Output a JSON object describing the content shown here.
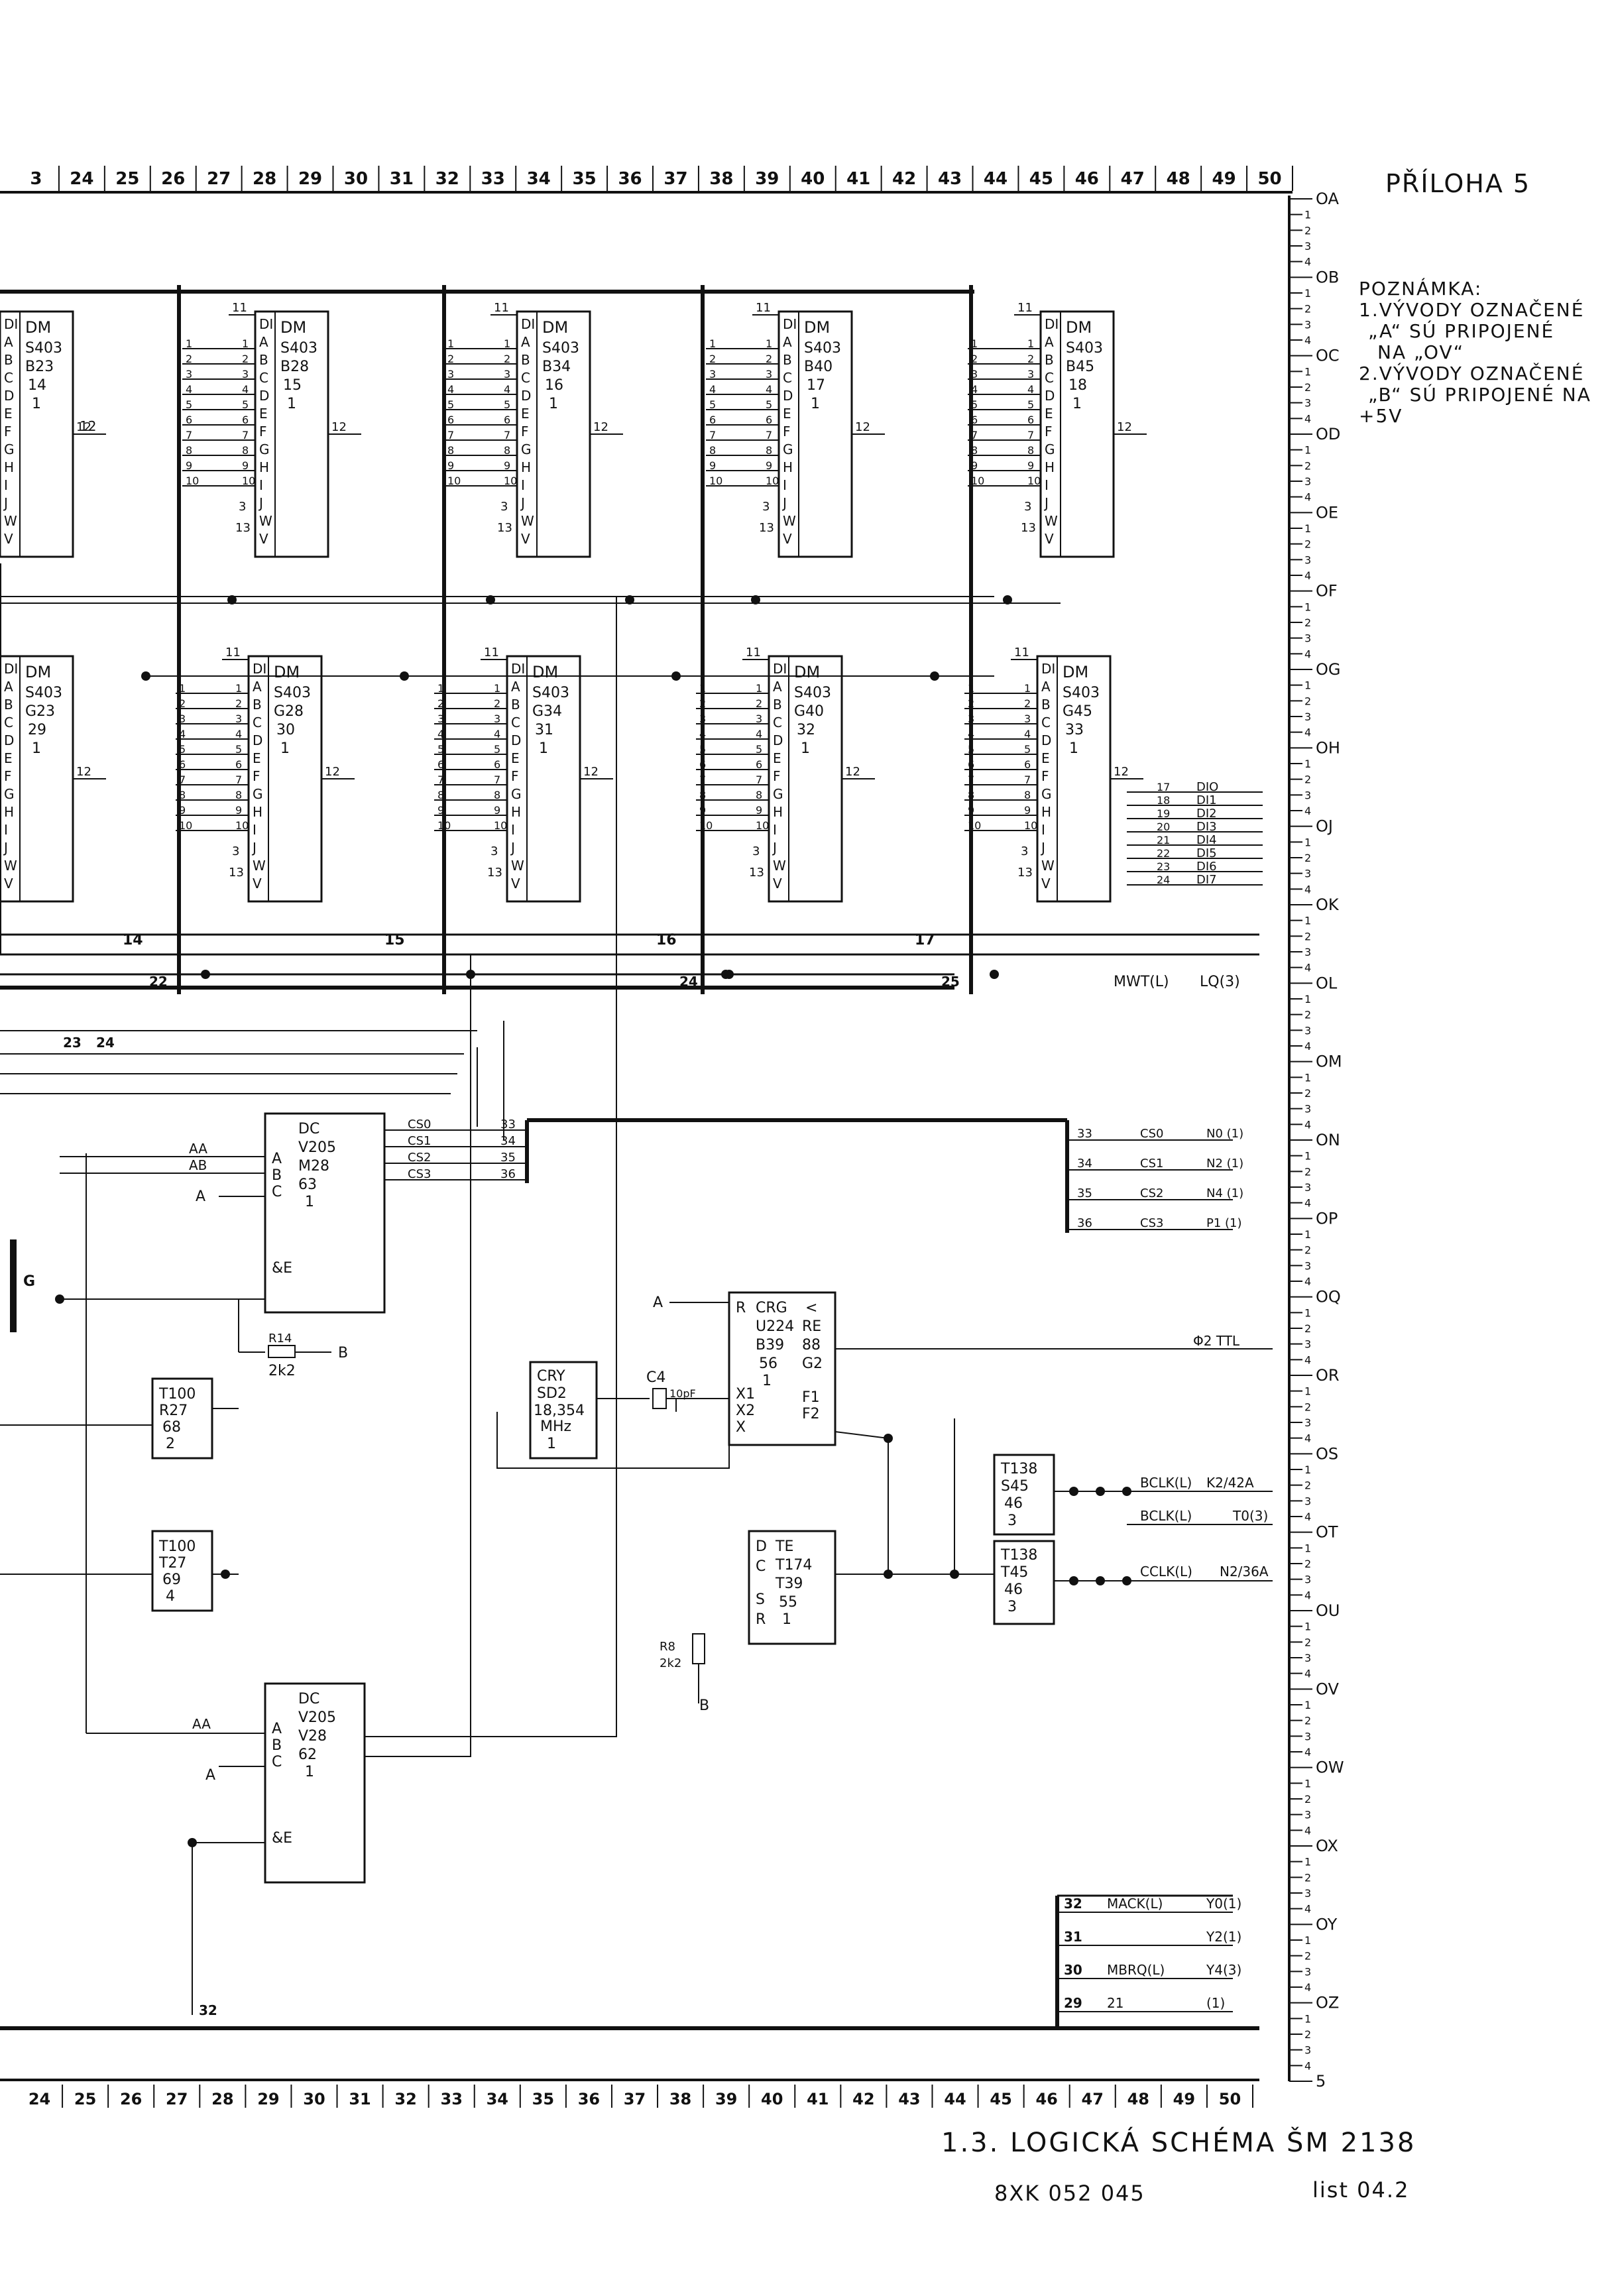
{
  "header": {
    "appendix": "PŘÍLOHA 5",
    "note_title": "POZNÁMKA:",
    "note_lines": [
      "1.VÝVODY OZNAČENÉ",
      "„A“ SÚ PRIPOJENÉ",
      "NA „OV“",
      "2.VÝVODY OZNAČENÉ",
      "„B“ SÚ PRIPOJENÉ NA",
      "+5V"
    ]
  },
  "ruler": {
    "top": [
      "3",
      "24",
      "25",
      "26",
      "27",
      "28",
      "29",
      "30",
      "31",
      "32",
      "33",
      "34",
      "35",
      "36",
      "37",
      "38",
      "39",
      "40",
      "41",
      "42",
      "43",
      "44",
      "45",
      "46",
      "47",
      "48",
      "49",
      "50"
    ],
    "bottom": [
      "24",
      "25",
      "26",
      "27",
      "28",
      "29",
      "30",
      "31",
      "32",
      "33",
      "34",
      "35",
      "36",
      "37",
      "38",
      "39",
      "40",
      "41",
      "42",
      "43",
      "44",
      "45",
      "46",
      "47",
      "48",
      "49",
      "50"
    ],
    "right": [
      "OA",
      "OB",
      "OC",
      "OD",
      "OE",
      "OF",
      "OG",
      "OH",
      "OJ",
      "OK",
      "OL",
      "OM",
      "ON",
      "OP",
      "OQ",
      "OR",
      "OS",
      "OT",
      "OU",
      "OV",
      "OW",
      "OX",
      "OY",
      "OZ",
      "5"
    ]
  },
  "chips": {
    "top_row": [
      {
        "label": "DM",
        "type": "S403",
        "pos": "B23",
        "num": "14",
        "sub": "1"
      },
      {
        "label": "DM",
        "type": "S403",
        "pos": "B28",
        "num": "15",
        "sub": "1"
      },
      {
        "label": "DM",
        "type": "S403",
        "pos": "B34",
        "num": "16",
        "sub": "1"
      },
      {
        "label": "DM",
        "type": "S403",
        "pos": "B40",
        "num": "17",
        "sub": "1"
      },
      {
        "label": "DM",
        "type": "S403",
        "pos": "B45",
        "num": "18",
        "sub": "1"
      }
    ],
    "mid_row": [
      {
        "label": "DM",
        "type": "S403",
        "pos": "G23",
        "num": "29",
        "sub": "1"
      },
      {
        "label": "DM",
        "type": "S403",
        "pos": "G28",
        "num": "30",
        "sub": "1"
      },
      {
        "label": "DM",
        "type": "S403",
        "pos": "G34",
        "num": "31",
        "sub": "1"
      },
      {
        "label": "DM",
        "type": "S403",
        "pos": "G40",
        "num": "32",
        "sub": "1"
      },
      {
        "label": "DM",
        "type": "S403",
        "pos": "G45",
        "num": "33",
        "sub": "1"
      }
    ],
    "dm_pins": [
      "DI",
      "A",
      "B",
      "C",
      "D",
      "E",
      "F",
      "G",
      "H",
      "I",
      "J",
      "W",
      "V"
    ],
    "dm_pin_numbers": [
      "1",
      "2",
      "3",
      "4",
      "5",
      "6",
      "7",
      "8",
      "9",
      "10"
    ],
    "decoder1": {
      "label": "DC",
      "type": "V205",
      "pos": "M28",
      "num": "63",
      "sub": "1"
    },
    "decoder2": {
      "label": "DC",
      "type": "V205",
      "pos": "V28",
      "num": "62",
      "sub": "1"
    },
    "inv1": {
      "label": "T100",
      "pos": "R27",
      "num": "68",
      "sub": "2"
    },
    "inv2": {
      "label": "T100",
      "pos": "T27",
      "num": "69",
      "sub": "4"
    },
    "crystal": {
      "label": "CRY",
      "type": "SD2",
      "freq": "18,354",
      "unit": "MHz",
      "sub": "1"
    },
    "clockgen": {
      "label": "CRG",
      "type": "U224",
      "pos": "B39",
      "num": "56",
      "sub": "1"
    },
    "flipflop": {
      "label": "TE",
      "type": "T174",
      "pos": "T39",
      "num": "55",
      "sub": "1"
    },
    "driver1": {
      "label": "T138",
      "pos": "S45",
      "num": "46",
      "sub": "3"
    },
    "driver2": {
      "label": "T138",
      "pos": "T45",
      "num": "46",
      "sub": "3"
    }
  },
  "components": {
    "r14": "R14",
    "r14_value": "2k2",
    "r8": "R8",
    "r8_value": "2k2",
    "c4": "C4",
    "c4_value": "10pF"
  },
  "signals": {
    "data": [
      "DIO",
      "DI1",
      "DI2",
      "DI3",
      "DI4",
      "DI5",
      "DI6",
      "DI7"
    ],
    "data_pins": [
      "17",
      "18",
      "19",
      "20",
      "21",
      "22",
      "23",
      "24"
    ],
    "mwt": "MWT(L)",
    "lq": "LQ(3)",
    "cs": [
      {
        "pin": "33",
        "name": "CS0",
        "dest": "N0 (1)"
      },
      {
        "pin": "34",
        "name": "CS1",
        "dest": "N2 (1)"
      },
      {
        "pin": "35",
        "name": "CS2",
        "dest": "N4 (1)"
      },
      {
        "pin": "36",
        "name": "CS3",
        "dest": "P1 (1)"
      }
    ],
    "phi2": "Φ2 TTL",
    "bclk": "BCLK(L)",
    "bclk_dest": "K2/42A",
    "bclk2": "BCLK(L)",
    "bclk2_dest": "T0(3)",
    "cclk": "CCLK(L)",
    "cclk_dest": "N2/36A",
    "mack": {
      "pin": "32",
      "name": "MACK(L)",
      "dest": "Y0(1)"
    },
    "y2": {
      "pin": "31",
      "dest": "Y2(1)"
    },
    "mbrq": {
      "pin": "30",
      "name": "MBRQ(L)",
      "dest": "Y4(3)"
    },
    "sig21": {
      "pin": "29",
      "name": "21",
      "dest": "(1)"
    },
    "aa": "AA",
    "ab": "AB",
    "a": "A",
    "b": "B",
    "pin_labels": [
      "14",
      "15",
      "16",
      "17",
      "12",
      "22",
      "23",
      "24",
      "25",
      "32",
      "G"
    ]
  },
  "footer": {
    "title": "1.3. LOGICKÁ SCHÉMA ŠM 2138",
    "doc_number": "8XK 052 045",
    "sheet": "list 04.2"
  }
}
